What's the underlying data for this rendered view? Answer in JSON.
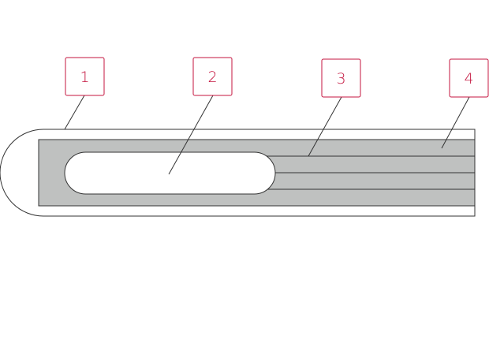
{
  "colors": {
    "callout": "#c4153f",
    "filler_gray": "#bfc1c0",
    "line": "#333333",
    "background": "#ffffff"
  },
  "callouts": [
    {
      "label": "1",
      "part": "outer-sheath"
    },
    {
      "label": "2",
      "part": "cavity"
    },
    {
      "label": "3",
      "part": "conductor-strands"
    },
    {
      "label": "4",
      "part": "inner-filler"
    }
  ]
}
